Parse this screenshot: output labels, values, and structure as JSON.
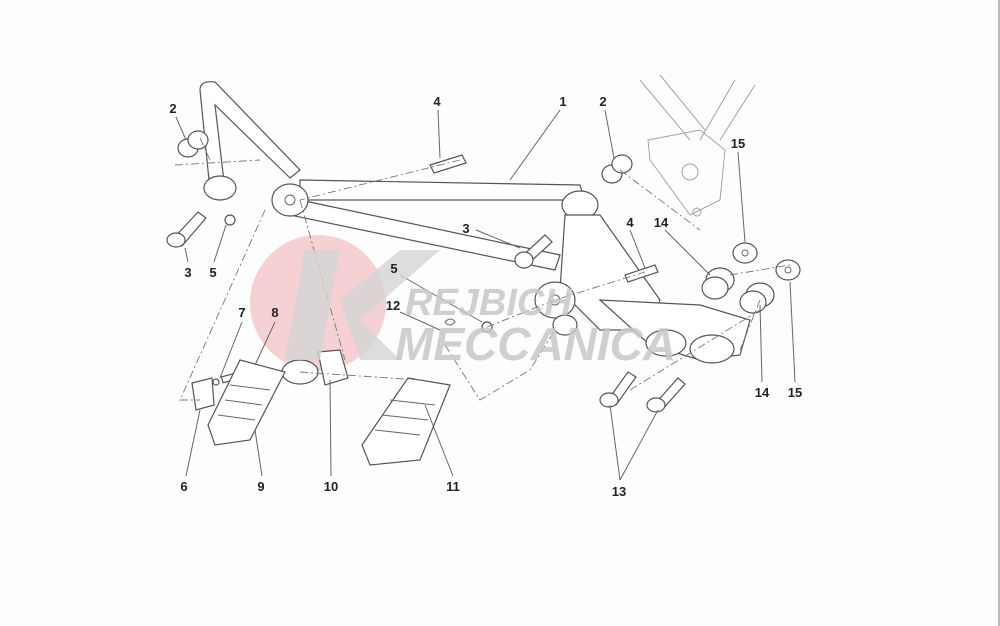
{
  "diagram": {
    "watermark": {
      "line1": "REJBICH",
      "line2": "MECCANICA",
      "accent_color": "#f4c6c8"
    },
    "callouts": [
      {
        "id": "c1",
        "text": "1"
      },
      {
        "id": "c2a",
        "text": "2"
      },
      {
        "id": "c2b",
        "text": "2"
      },
      {
        "id": "c3a",
        "text": "3"
      },
      {
        "id": "c3b",
        "text": "3"
      },
      {
        "id": "c4a",
        "text": "4"
      },
      {
        "id": "c4b",
        "text": "4"
      },
      {
        "id": "c5a",
        "text": "5"
      },
      {
        "id": "c5b",
        "text": "5"
      },
      {
        "id": "c6",
        "text": "6"
      },
      {
        "id": "c7",
        "text": "7"
      },
      {
        "id": "c8",
        "text": "8"
      },
      {
        "id": "c9",
        "text": "9"
      },
      {
        "id": "c10",
        "text": "10"
      },
      {
        "id": "c11",
        "text": "11"
      },
      {
        "id": "c12",
        "text": "12"
      },
      {
        "id": "c13",
        "text": "13"
      },
      {
        "id": "c14a",
        "text": "14"
      },
      {
        "id": "c14b",
        "text": "14"
      },
      {
        "id": "c15a",
        "text": "15"
      },
      {
        "id": "c15b",
        "text": "15"
      }
    ]
  }
}
